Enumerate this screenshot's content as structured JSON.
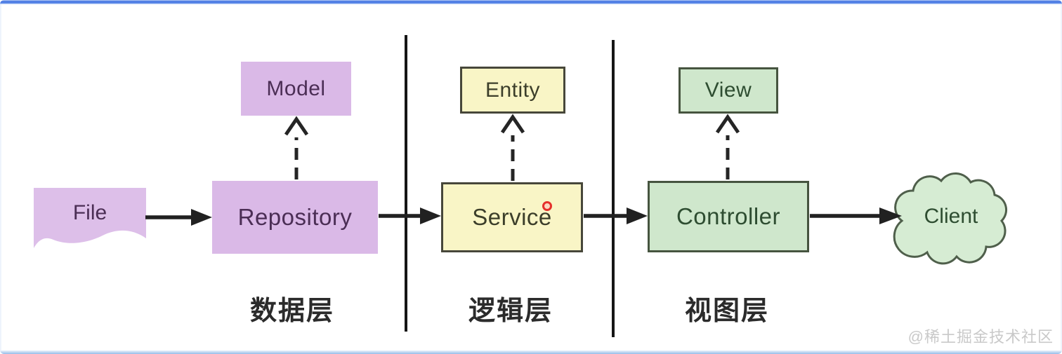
{
  "diagram": {
    "nodes": {
      "file": {
        "label": "File"
      },
      "model": {
        "label": "Model"
      },
      "repository": {
        "label": "Repository"
      },
      "entity": {
        "label": "Entity"
      },
      "service": {
        "label": "Service"
      },
      "view": {
        "label": "View"
      },
      "controller": {
        "label": "Controller"
      },
      "client": {
        "label": "Client"
      }
    },
    "layers": [
      {
        "label": "数据层"
      },
      {
        "label": "逻辑层"
      },
      {
        "label": "视图层"
      }
    ],
    "watermark": "@稀土掘金技术社区",
    "colors": {
      "purple_fill": "#dab9e7",
      "purple_text": "#4b2e55",
      "yellow_fill": "#f9f5c6",
      "yellow_border": "#47473a",
      "yellow_text": "#3c3e2a",
      "green_fill": "#cfe7cc",
      "green_border": "#46543f",
      "green_text": "#2e4d31",
      "arrow": "#212121",
      "divider": "#161616",
      "frame_top": "#3b6fe0",
      "frame_bottom": "#96bce8",
      "pointer_dot": "#e5302b"
    }
  }
}
